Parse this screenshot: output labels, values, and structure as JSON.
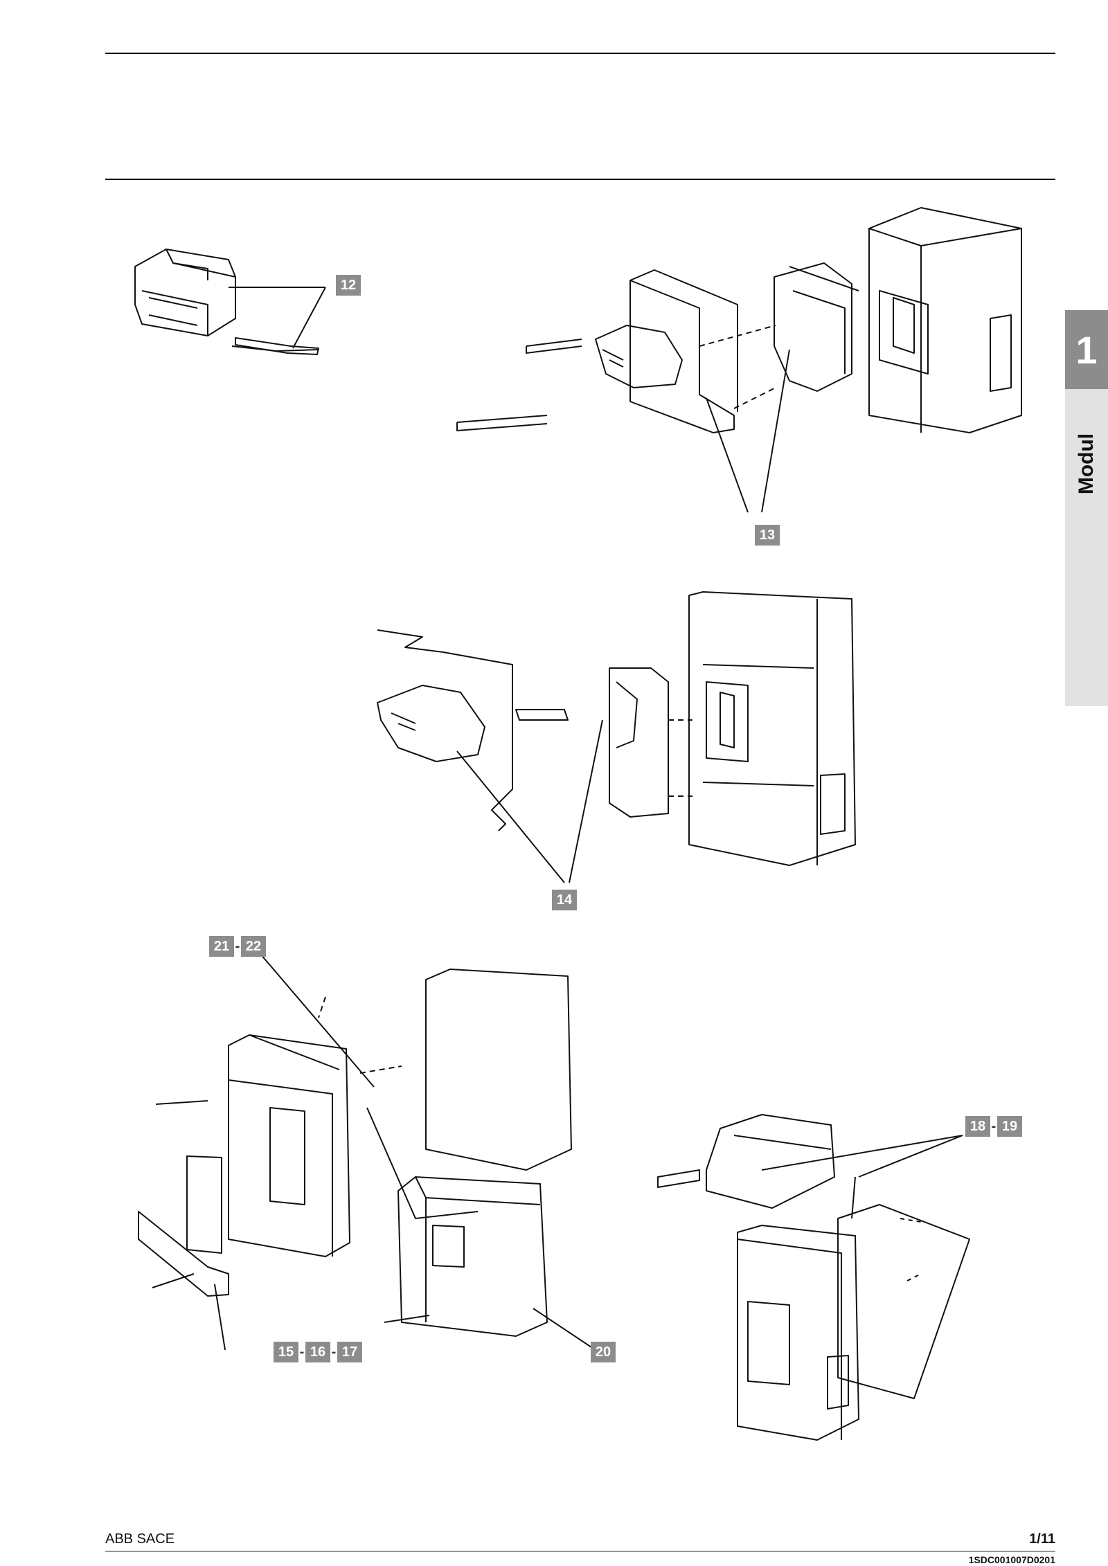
{
  "side_tab": {
    "number": "1",
    "label": "Modul"
  },
  "callouts": {
    "c12": "12",
    "c13": "13",
    "c14": "14",
    "c21": "21",
    "c22": "22",
    "c18": "18",
    "c19": "19",
    "c15": "15",
    "c16": "16",
    "c17": "17",
    "c20": "20"
  },
  "footer": {
    "brand": "ABB SACE",
    "page": "1/11",
    "doc_code": "1SDC001007D0201"
  }
}
